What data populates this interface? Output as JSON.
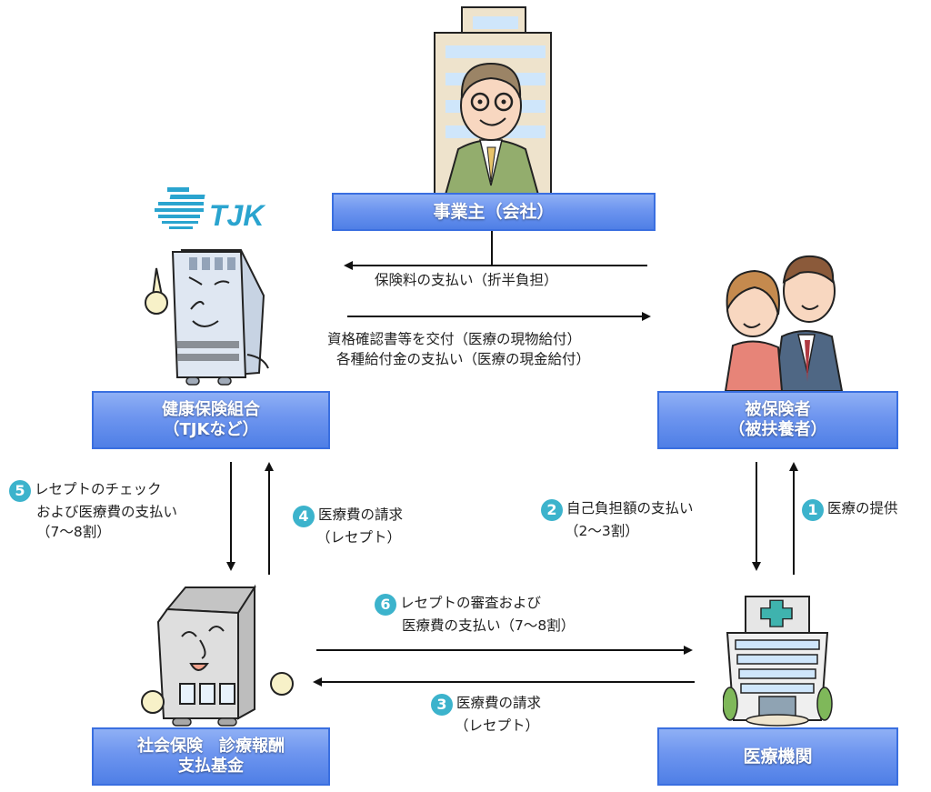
{
  "nodes": {
    "employer": {
      "lines": [
        "事業主（会社）"
      ]
    },
    "health_insurance_union": {
      "lines": [
        "健康保険組合",
        "（TJKなど）"
      ]
    },
    "insured": {
      "lines": [
        "被保険者",
        "（被扶養者）"
      ]
    },
    "payment_fund": {
      "lines": [
        "社会保険　診療報酬",
        "支払基金"
      ]
    },
    "medical_institution": {
      "lines": [
        "医療機関"
      ]
    }
  },
  "logo": {
    "text": "TJK"
  },
  "flows": {
    "premium": {
      "text": "保険料の支払い（折半負担）"
    },
    "benefits": {
      "lines": [
        "資格確認書等を交付（医療の現物給付）",
        "各種給付金の支払い（医療の現金給付）"
      ]
    },
    "step1": {
      "number": "1",
      "lines": [
        "医療の提供"
      ]
    },
    "step2": {
      "number": "2",
      "lines": [
        "自己負担額の支払い",
        "（2〜3割）"
      ]
    },
    "step3": {
      "number": "3",
      "lines": [
        "医療費の請求",
        "（レセプト）"
      ]
    },
    "step4": {
      "number": "4",
      "lines": [
        "医療費の請求",
        "（レセプト）"
      ]
    },
    "step5": {
      "number": "5",
      "lines": [
        "レセプトのチェック",
        "および医療費の支払い",
        "（7〜8割）"
      ]
    },
    "step6": {
      "number": "6",
      "lines": [
        "レセプトの審査および",
        "医療費の支払い（7〜8割）"
      ]
    }
  },
  "colors": {
    "node_fill": "#6d95ef",
    "node_border": "#3a6fe0",
    "badge": "#3cb3cc",
    "logo": "#2aa4cf",
    "arrow": "#111111"
  }
}
